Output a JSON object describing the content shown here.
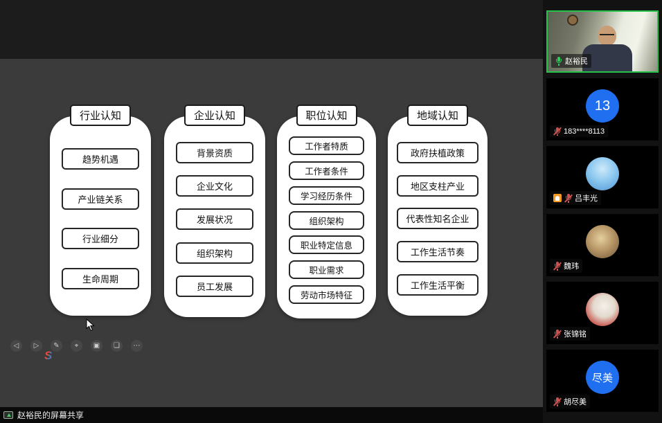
{
  "presentation": {
    "columns": [
      {
        "title": "行业认知",
        "items": [
          "趋势机遇",
          "产业链关系",
          "行业细分",
          "生命周期"
        ]
      },
      {
        "title": "企业认知",
        "items": [
          "背景资质",
          "企业文化",
          "发展状况",
          "组织架构",
          "员工发展"
        ]
      },
      {
        "title": "职位认知",
        "items": [
          "工作者特质",
          "工作者条件",
          "学习经历条件",
          "组织架构",
          "职业特定信息",
          "职业需求",
          "劳动市场特征"
        ]
      },
      {
        "title": "地域认知",
        "items": [
          "政府扶植政策",
          "地区支柱产业",
          "代表性知名企业",
          "工作生活节奏",
          "工作生活平衡"
        ]
      }
    ]
  },
  "toolbar": {
    "icons": [
      {
        "name": "prev",
        "glyph": "◁"
      },
      {
        "name": "next",
        "glyph": "▷"
      },
      {
        "name": "pencil",
        "glyph": "✎"
      },
      {
        "name": "pointer",
        "glyph": "⌖"
      },
      {
        "name": "camera",
        "glyph": "▣"
      },
      {
        "name": "chat",
        "glyph": "❏"
      },
      {
        "name": "more",
        "glyph": "⋯"
      }
    ],
    "logo_text": "S"
  },
  "banner": {
    "text": "赵裕民的屏幕共享"
  },
  "participants": [
    {
      "name": "赵裕民",
      "mic": "on",
      "type": "video",
      "active": true
    },
    {
      "name": "183****8113",
      "mic": "muted",
      "type": "initials",
      "avatar_text": "13"
    },
    {
      "name": "吕丰光",
      "mic": "muted",
      "type": "avatar",
      "extra_icon": "orange-badge"
    },
    {
      "name": "魏玮",
      "mic": "muted",
      "type": "avatar"
    },
    {
      "name": "张锦铭",
      "mic": "muted",
      "type": "avatar"
    },
    {
      "name": "胡尽美",
      "mic": "muted",
      "type": "initials",
      "avatar_text": "尽美"
    }
  ],
  "colors": {
    "active_speaker_green": "#27c24c",
    "muted_mic_red": "#c75450",
    "avatar_blue": "#1f6ff0",
    "share_bg_gray": "#3b3b3b"
  }
}
